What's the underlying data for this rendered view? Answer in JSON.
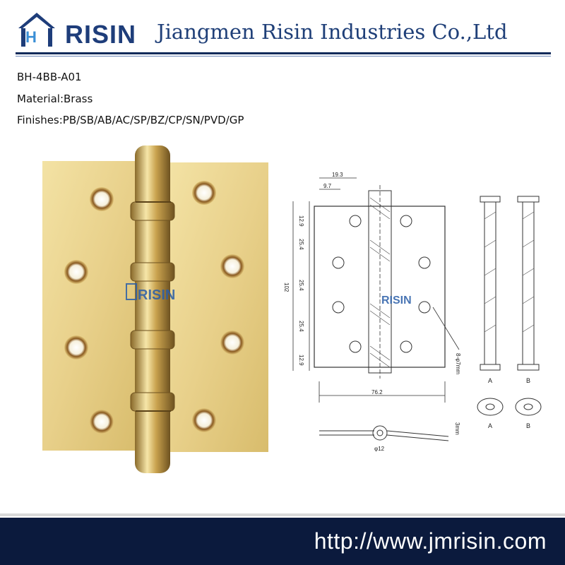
{
  "header": {
    "logo_text": "RISIN",
    "company_name": "Jiangmen Risin Industries Co.,Ltd"
  },
  "product": {
    "model": "BH-4BB-A01",
    "material": "Material:Brass",
    "finishes": "Finishes:PB/SB/AB/AC/SP/BZ/CP/SN/PVD/GP"
  },
  "watermark": "RISIN",
  "drawing": {
    "dim_width_top": "19.3",
    "dim_offset": "9.7",
    "dim_spacing_1": "12.9",
    "dim_spacing_2": "25.4",
    "dim_spacing_3": "25.4",
    "dim_spacing_4": "25.4",
    "dim_spacing_5": "12.9",
    "dim_height": "102",
    "dim_width": "76.2",
    "hole_note": "8-φ7mm",
    "thickness": "3mm",
    "knuckle_dia": "φ12",
    "view_a": "A",
    "view_b": "B",
    "bearing_a": "A",
    "bearing_b": "B"
  },
  "footer": {
    "url": "http://www.jmrisin.com"
  },
  "colors": {
    "brand_navy": "#0b1a3d",
    "brass": "#e6cf86",
    "title_blue": "#1f3f78"
  }
}
